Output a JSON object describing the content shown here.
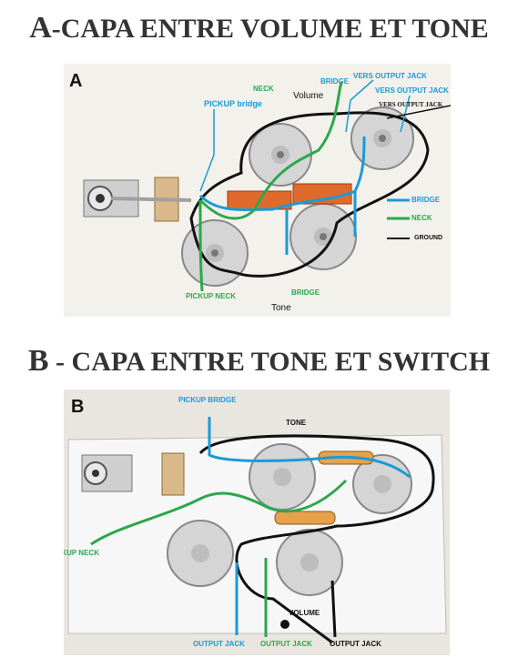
{
  "titles": {
    "a_letter": "A",
    "a_text": "-CAPA ENTRE VOLUME ET TONE",
    "b_letter": "B",
    "b_text": " - CAPA ENTRE TONE ET SWITCH"
  },
  "panel_a": {
    "letter": "A",
    "labels": {
      "neck_top": "NECK",
      "bridge_top": "BRIDGE",
      "volume": "Volume",
      "vers_output_jack_1": "VERS OUTPUT JACK",
      "vers_output_jack_2": "VERS OUTPUT JACK",
      "vers_output_jack_3": "VERS OUTPUT JACK",
      "pickup_bridge": "PICKUP bridge",
      "pickup_neck": "PICKUP NECK",
      "bridge_bottom": "BRIDGE",
      "tone": "Tone"
    },
    "legend": [
      {
        "label": "BRIDGE",
        "color": "#1a9ad6"
      },
      {
        "label": "NECK",
        "color": "#2ba84a"
      },
      {
        "label": "GROUND",
        "color": "#111111"
      }
    ]
  },
  "panel_b": {
    "letter": "B",
    "labels": {
      "pickup_bridge": "PICKUP BRIDGE",
      "tone": "TONE",
      "pickup_neck": "PICKUP NECK",
      "volume": "VOLUME",
      "output_jack_blue": "OUTPUT JACK",
      "output_jack_green": "OUTPUT JACK",
      "output_jack_black": "OUTPUT JACK"
    }
  }
}
